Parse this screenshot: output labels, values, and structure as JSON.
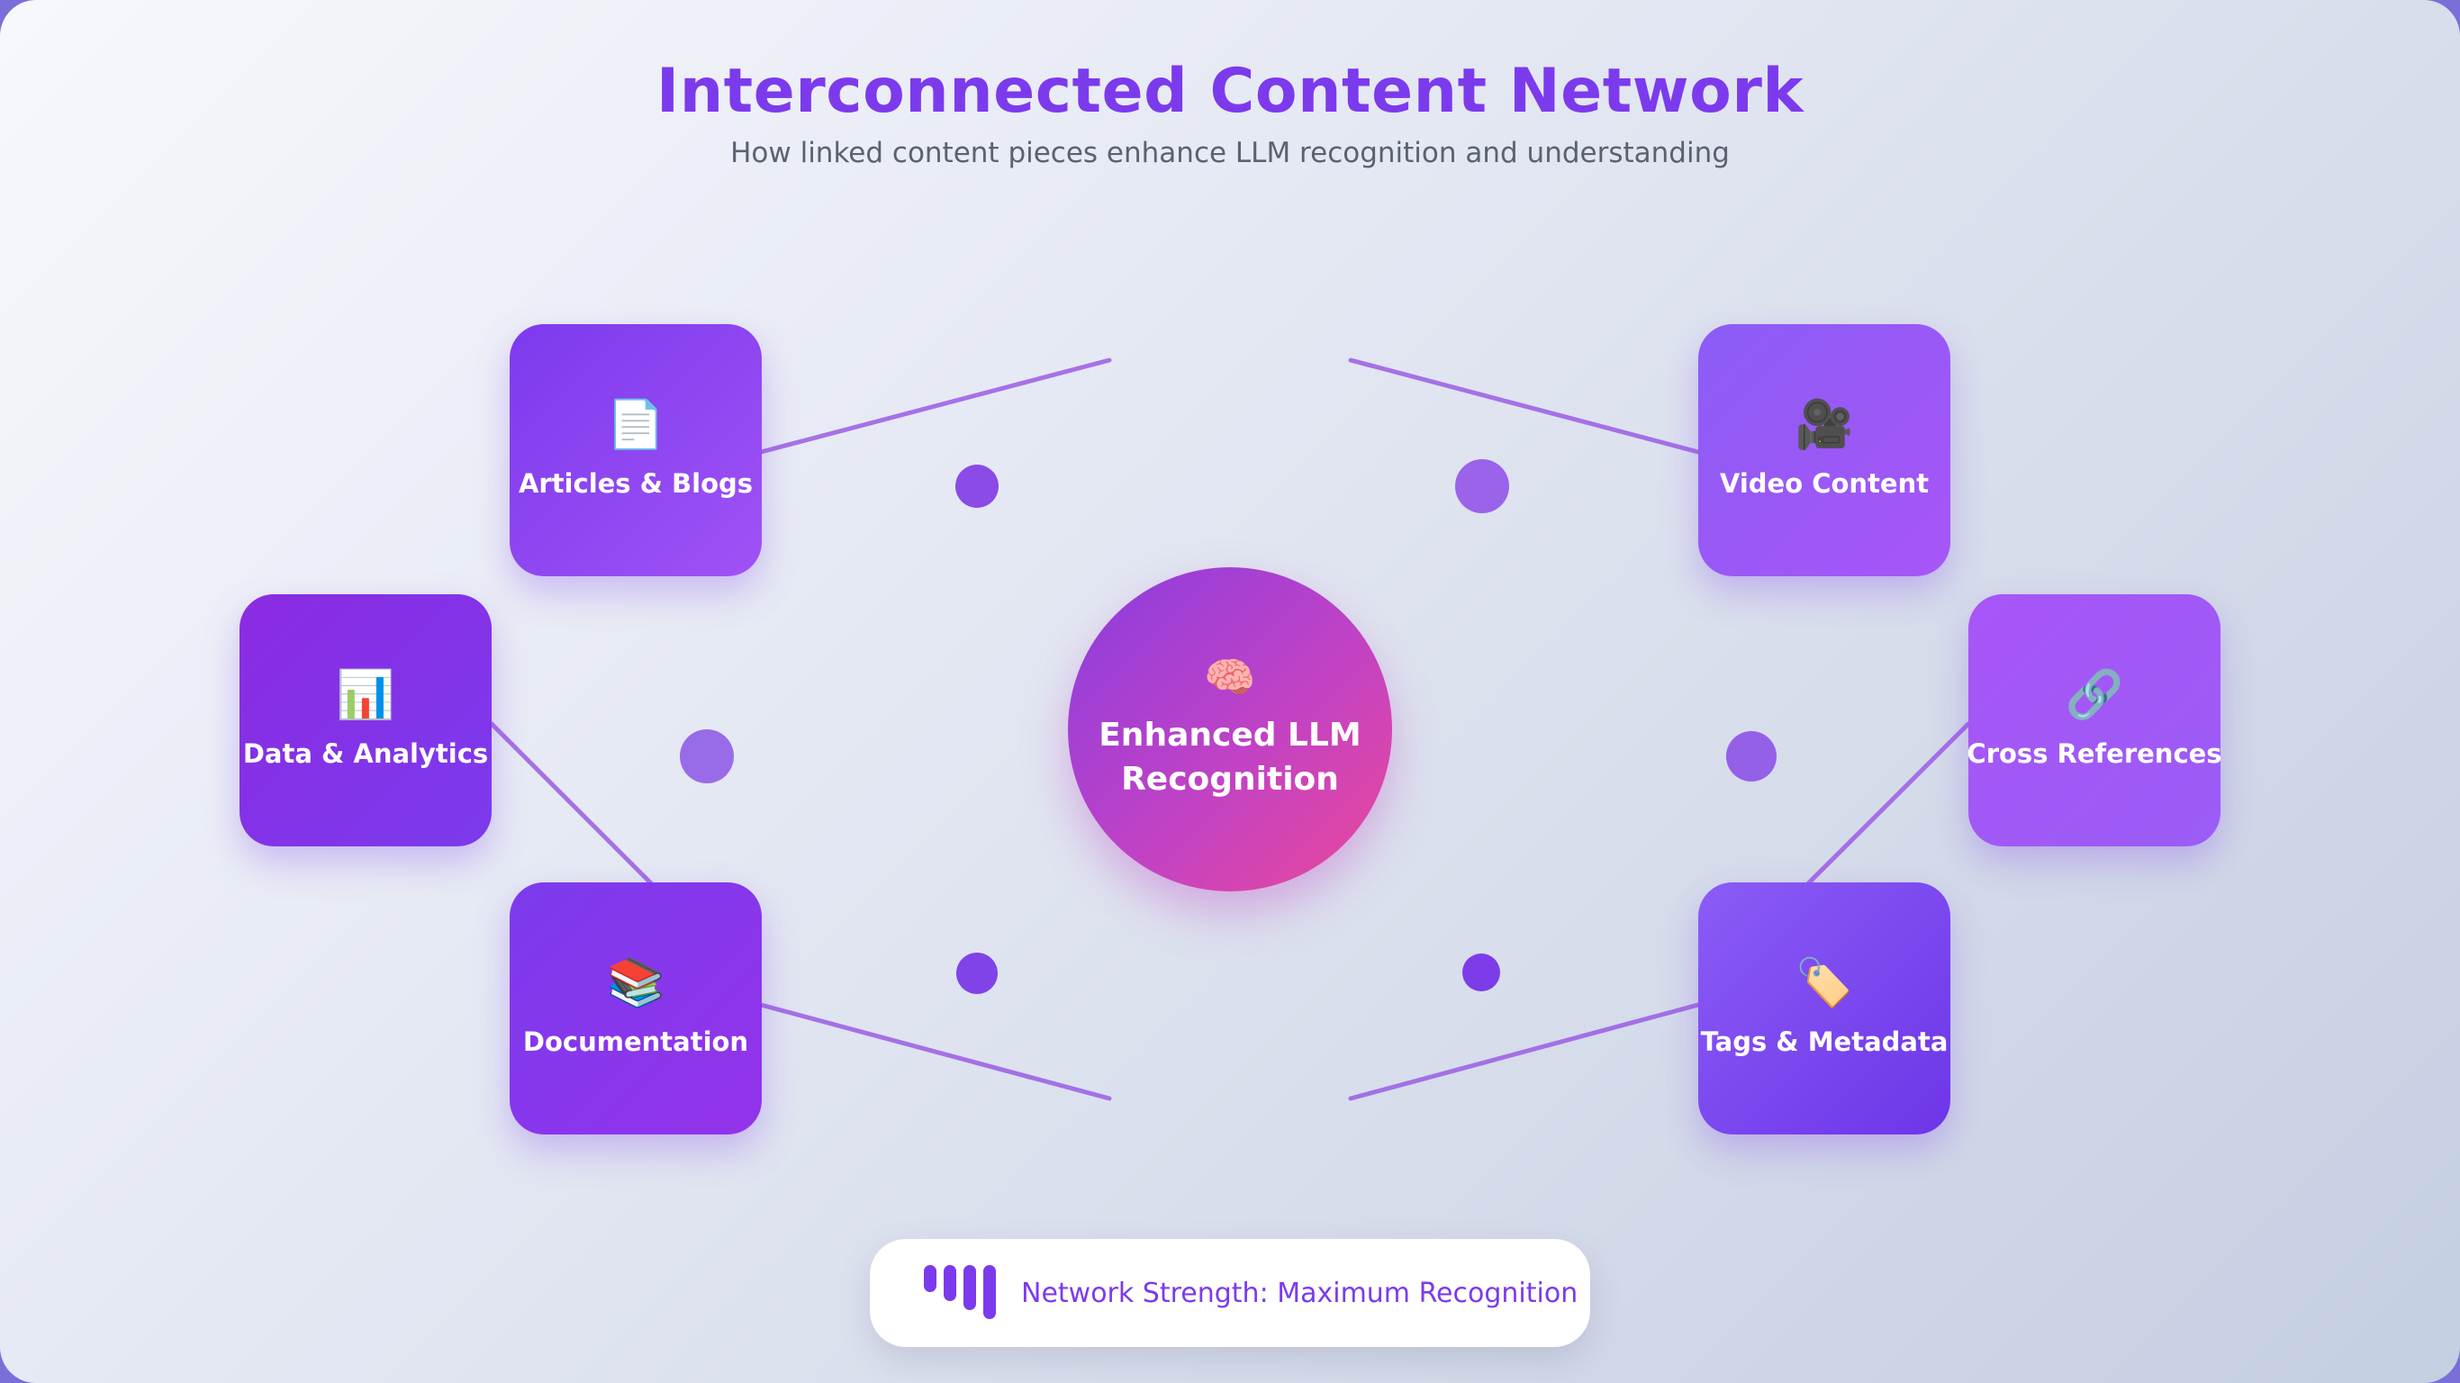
{
  "header": {
    "title": "Interconnected Content Network",
    "subtitle": "How linked content pieces enhance LLM recognition and understanding"
  },
  "hub": {
    "icon": "brain-icon",
    "label": "Enhanced LLM Recognition"
  },
  "nodes": [
    {
      "id": "articles",
      "label": "Articles & Blogs",
      "icon": "document-icon"
    },
    {
      "id": "video",
      "label": "Video Content",
      "icon": "movie-camera-icon"
    },
    {
      "id": "data",
      "label": "Data & Analytics",
      "icon": "bar-chart-icon"
    },
    {
      "id": "crossref",
      "label": "Cross References",
      "icon": "link-icon"
    },
    {
      "id": "docs",
      "label": "Documentation",
      "icon": "books-icon"
    },
    {
      "id": "tags",
      "label": "Tags & Metadata",
      "icon": "tag-icon"
    }
  ],
  "footer": {
    "icon": "signal-bars-icon",
    "label": "Network Strength: Maximum Recognition"
  },
  "colors": {
    "accent": "#7c3aed",
    "hub_start": "#8b3ddf",
    "hub_end": "#ec4899",
    "line": "#9b5de5",
    "subtitle": "#5b6170"
  }
}
